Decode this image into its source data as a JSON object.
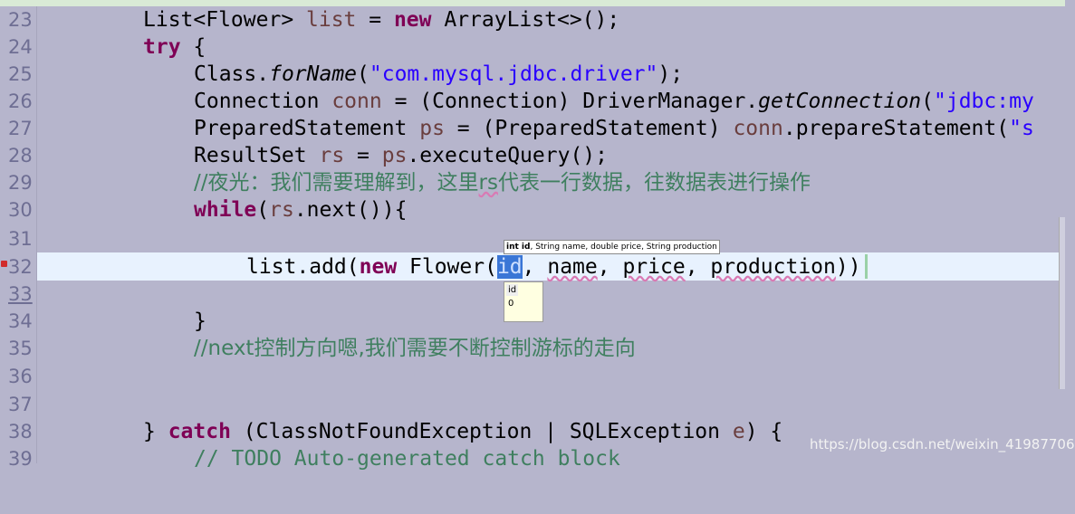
{
  "editor": {
    "lines": [
      {
        "num": "23"
      },
      {
        "num": "24"
      },
      {
        "num": "25"
      },
      {
        "num": "26"
      },
      {
        "num": "27"
      },
      {
        "num": "28"
      },
      {
        "num": "29"
      },
      {
        "num": "30"
      },
      {
        "num": "31"
      },
      {
        "num": "32"
      },
      {
        "num": "33"
      },
      {
        "num": "34"
      },
      {
        "num": "35"
      },
      {
        "num": "36"
      },
      {
        "num": "37"
      },
      {
        "num": "38"
      },
      {
        "num": "39"
      }
    ],
    "tokens": {
      "l23_a": "List<Flower> ",
      "l23_b": "list",
      "l23_c": " = ",
      "l23_d": "new",
      "l23_e": " ArrayList<>();",
      "l24_a": "try",
      "l24_b": " {",
      "l25_a": "Class.",
      "l25_b": "forName",
      "l25_c": "(",
      "l25_d": "\"com.mysql.jdbc.driver\"",
      "l25_e": ");",
      "l26_a": "Connection ",
      "l26_b": "conn",
      "l26_c": " = (Connection) DriverManager.",
      "l26_d": "getConnection",
      "l26_e": "(",
      "l26_f": "\"jdbc:my",
      "l27_a": "PreparedStatement ",
      "l27_b": "ps",
      "l27_c": " = (PreparedStatement) ",
      "l27_d": "conn",
      "l27_e": ".prepareStatement(",
      "l27_f": "\"s",
      "l28_a": "ResultSet ",
      "l28_b": "rs",
      "l28_c": " = ",
      "l28_d": "ps",
      "l28_e": ".executeQuery();",
      "l29_a": "//夜光：我们需要理解到，这里",
      "l29_b": "rs",
      "l29_c": "代表一行数据，往数据表进行操作",
      "l30_a": "while",
      "l30_b": "(",
      "l30_c": "rs",
      "l30_d": ".next()){",
      "l32_a": "list.add(",
      "l32_b": "new",
      "l32_c": " Flower(",
      "l32_d": "id",
      "l32_e": ", ",
      "l32_f": "name",
      "l32_g": ", ",
      "l32_h": "price",
      "l32_i": ", ",
      "l32_j": "production",
      "l32_k": "))",
      "l34_a": "}",
      "l35_a": "//next控制方向嗯,我们需要不断控制游标的走向",
      "l38_a": "} ",
      "l38_b": "catch",
      "l38_c": " (ClassNotFoundException | SQLException ",
      "l38_d": "e",
      "l38_e": ") {",
      "l39_a": "// TODO Auto-generated catch block"
    },
    "tooltip": {
      "bold": "int id",
      "rest": ", String name, double price, String production"
    },
    "completion": {
      "items": [
        "id",
        "0"
      ]
    }
  },
  "watermark": "https://blog.csdn.net/weixin_41987706"
}
